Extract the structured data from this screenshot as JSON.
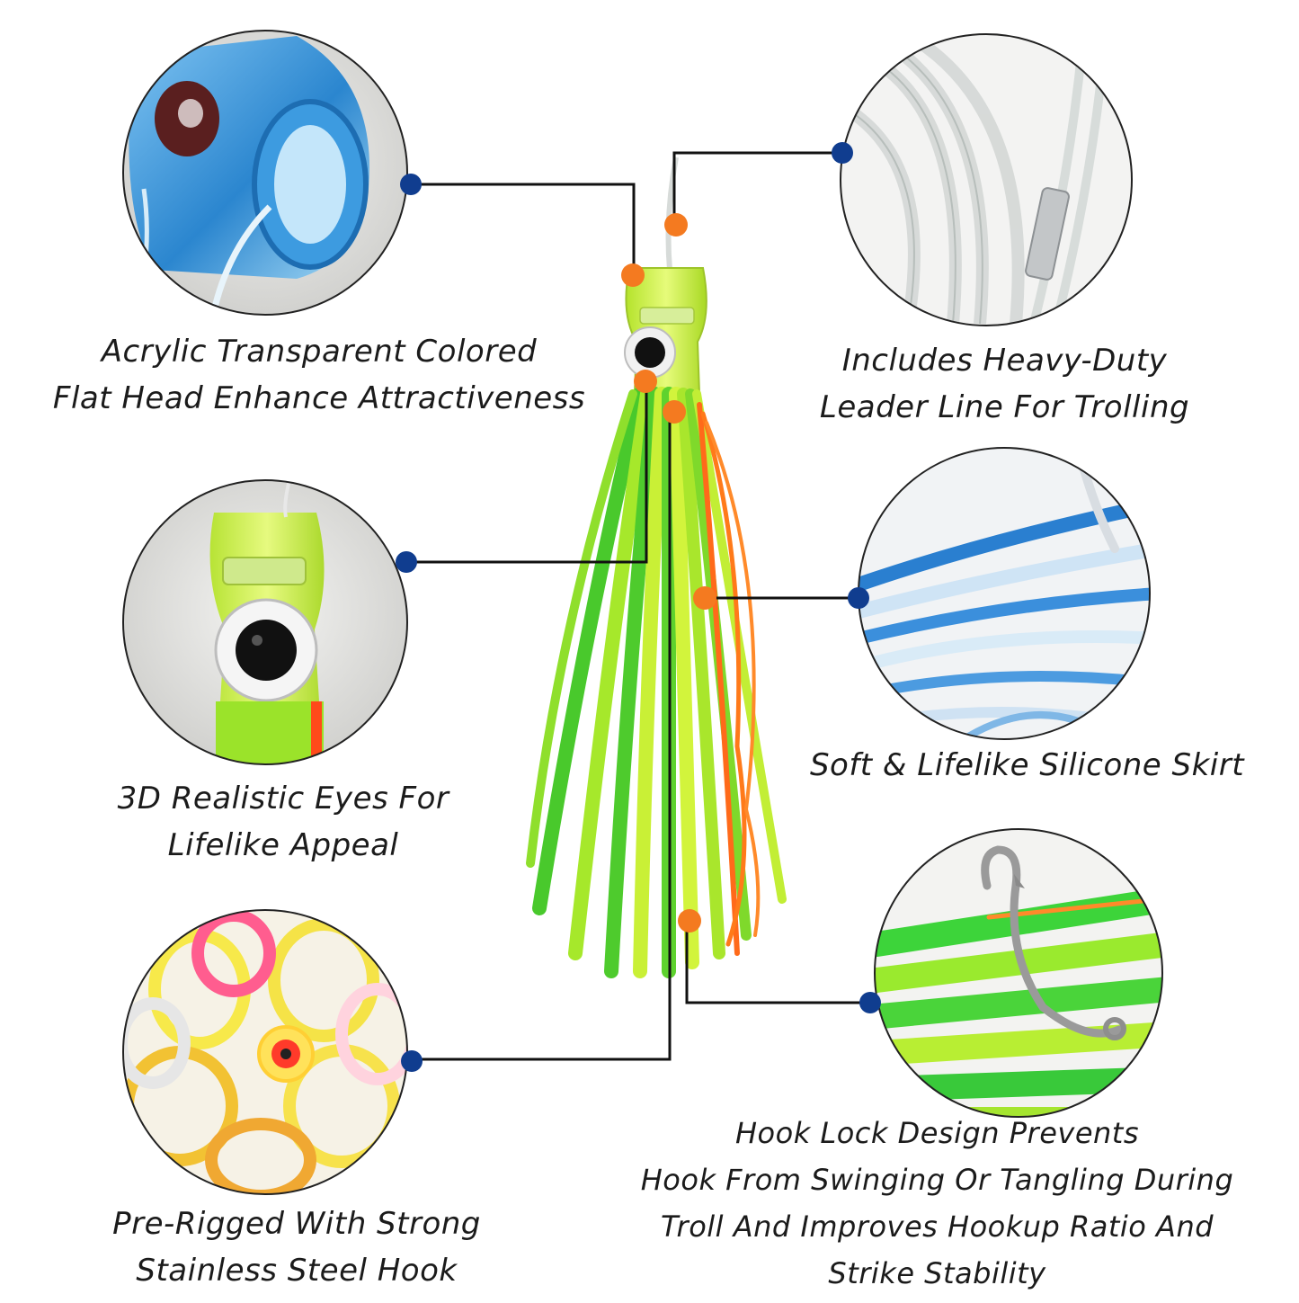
{
  "features": [
    {
      "id": "head",
      "lines": [
        "Acrylic Transparent Colored",
        "Flat Head Enhance Attractiveness"
      ],
      "photo": "blue-acrylic-lure-head"
    },
    {
      "id": "leader",
      "lines": [
        "Includes Heavy-Duty",
        "Leader Line For Trolling"
      ],
      "photo": "clear-leader-line-with-crimp"
    },
    {
      "id": "eyes",
      "lines": [
        "3D Realistic Eyes For",
        "Lifelike Appeal"
      ],
      "photo": "lure-head-with-3d-eye"
    },
    {
      "id": "skirt",
      "lines": [
        "Soft & Lifelike Silicone Skirt"
      ],
      "photo": "blue-silicone-skirt-strands"
    },
    {
      "id": "hook",
      "lines": [
        "Pre-Rigged With Strong",
        "Stainless Steel Hook"
      ],
      "photo": "skirt-top-view-with-hook-eye"
    },
    {
      "id": "lock",
      "lines": [
        "Hook Lock Design Prevents",
        "Hook From Swinging Or Tangling During",
        "Troll And Improves Hookup Ratio And",
        "Strike Stability"
      ],
      "photo": "hook-inside-green-skirt"
    }
  ],
  "colors": {
    "callout_dot_blue": "#103d8f",
    "callout_dot_orange": "#f47a20",
    "connector_line": "#111111",
    "lure_green": "#8bd42a",
    "lure_yellow": "#d6f23a",
    "lure_orange": "#ff6a1a"
  }
}
